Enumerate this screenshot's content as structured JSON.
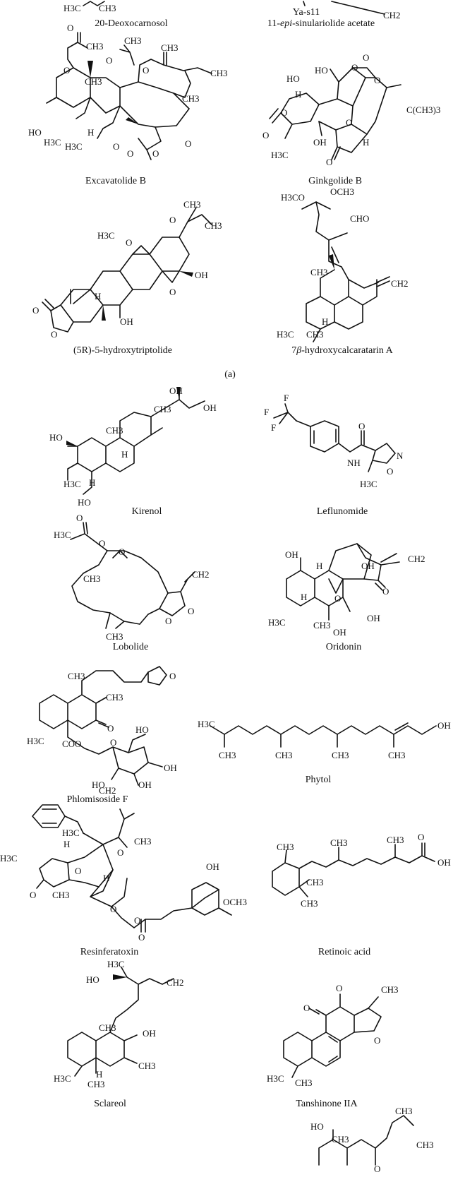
{
  "figure": {
    "panel_a_label": "(a)",
    "compounds": [
      {
        "name": "20-Deoxocarnosol"
      },
      {
        "name_parts": [
          "11-",
          "epi",
          "-sinulariolide acetate"
        ]
      },
      {
        "name": "Ya-s11"
      },
      {
        "name": "Excavatolide B"
      },
      {
        "name": "Ginkgolide B"
      },
      {
        "name": "(5R)-5-hydroxytriptolide"
      },
      {
        "name_parts": [
          "7",
          "β",
          "-hydroxycalcaratarin A"
        ]
      },
      {
        "name": "Kirenol"
      },
      {
        "name": "Leflunomide"
      },
      {
        "name": "Lobolide"
      },
      {
        "name": "Oridonin"
      },
      {
        "name": "Phlomisoside F"
      },
      {
        "name": "Phytol"
      },
      {
        "name": "Resinferatoxin"
      },
      {
        "name": "Retinoic acid"
      },
      {
        "name": "Sclareol"
      },
      {
        "name": "Tanshinone IIA"
      }
    ],
    "atom_labels": {
      "top_fragment": [
        "H3C",
        "CH3",
        "CH2"
      ],
      "excavatolide": [
        "O",
        "CH3",
        "O",
        "CH3",
        "O",
        "O",
        "CH3",
        "CH3",
        "CH3",
        "HO",
        "H3C",
        "H",
        "H3C",
        "O",
        "O",
        "O",
        "O",
        "CH3"
      ],
      "ginkgolide": [
        "HO",
        "HO",
        "O",
        "O",
        "H",
        "O",
        "O",
        "C(CH3)3",
        "O",
        "H3C",
        "OH",
        "H",
        "O",
        "O"
      ],
      "triptolide": [
        "CH3",
        "CH3",
        "O",
        "H3C",
        "O",
        "OH",
        "O",
        "H",
        "OH",
        "O",
        "O"
      ],
      "calcaratarin": [
        "H3CO",
        "OCH3",
        "CHO",
        "CH3",
        "CH2",
        "H",
        "H3C",
        "CH3"
      ],
      "kirenol": [
        "OH",
        "OH",
        "CH3",
        "HO",
        "CH3",
        "H",
        "H3C",
        "H",
        "HO"
      ],
      "leflunomide": [
        "F",
        "F",
        "F",
        "O",
        "N",
        "NH",
        "O",
        "H3C"
      ],
      "lobolide": [
        "O",
        "H3C",
        "O",
        "O",
        "CH3",
        "CH2",
        "O",
        "O",
        "CH3"
      ],
      "oridonin": [
        "OH",
        "H",
        "OH",
        "CH2",
        "O",
        "H",
        "O",
        "OH",
        "H3C",
        "CH3",
        "OH"
      ],
      "phlomisoside": [
        "CH3",
        "O",
        "CH3",
        "O",
        "H3C",
        "COO",
        "HO",
        "O",
        "OH",
        "HO",
        "OH"
      ],
      "phytol": [
        "H3C",
        "CH3",
        "CH3",
        "CH3",
        "CH3",
        "OH"
      ],
      "resinferatoxin": [
        "CH2",
        "H3C",
        "CH3",
        "H",
        "O",
        "H3C",
        "O",
        "OH",
        "H",
        "O",
        "CH3",
        "O",
        "O",
        "OCH3",
        "O"
      ],
      "retinoic": [
        "CH3",
        "CH3",
        "CH3",
        "O",
        "OH",
        "CH3",
        "CH3"
      ],
      "sclareol": [
        "H3C",
        "HO",
        "CH2",
        "CH3",
        "OH",
        "CH3",
        "H3C",
        "H",
        "CH3"
      ],
      "tanshinone": [
        "O",
        "O",
        "CH3",
        "O",
        "H3C",
        "CH3"
      ],
      "bottom_fragment": [
        "HO",
        "CH3",
        "CH3",
        "O",
        "CH3"
      ]
    }
  }
}
